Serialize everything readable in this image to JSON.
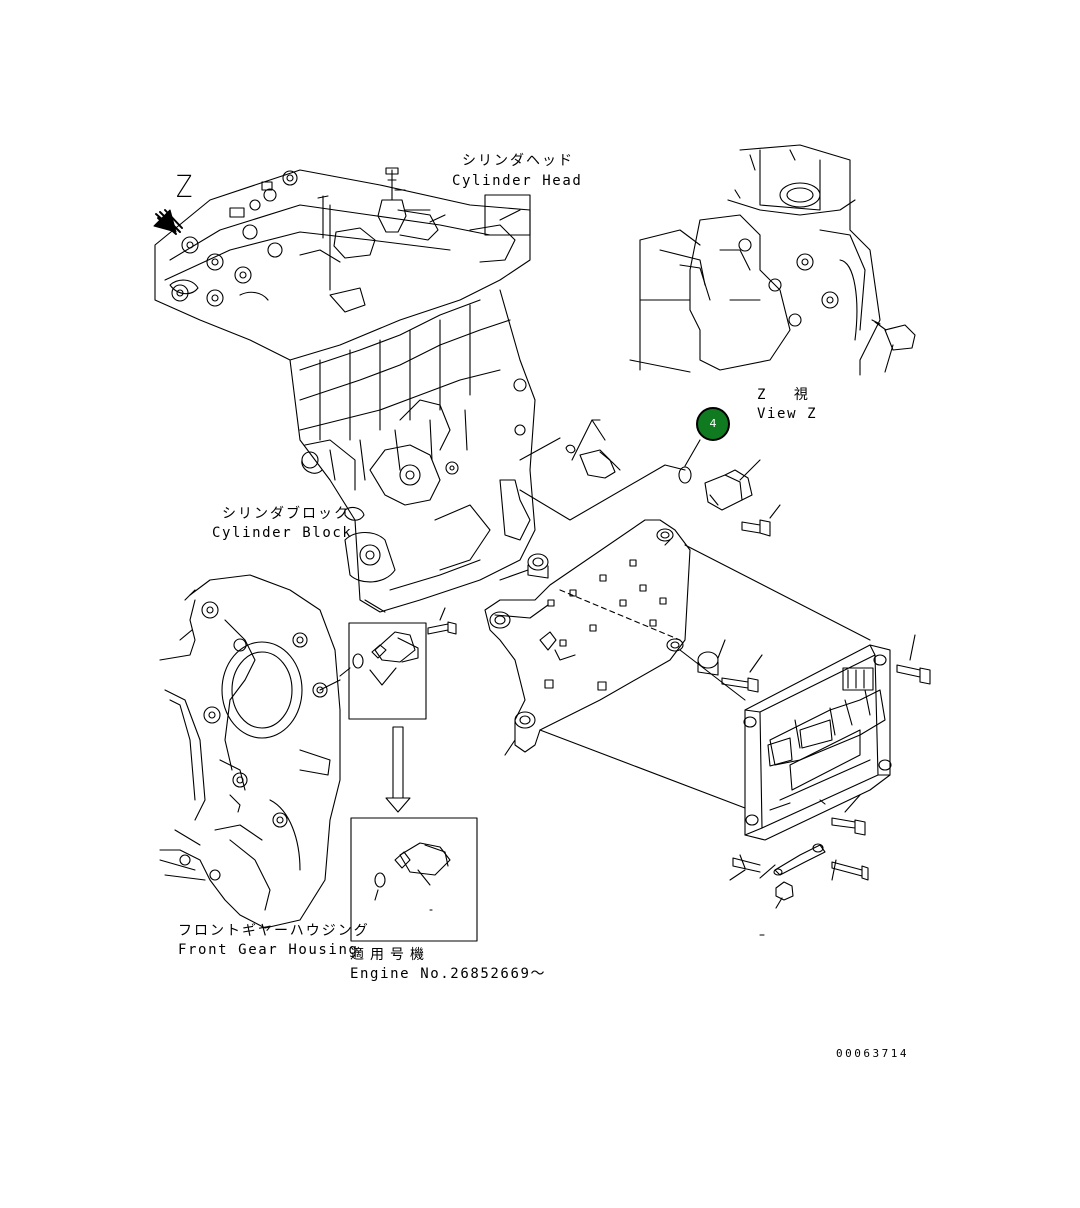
{
  "view_marker": "Z",
  "labels": {
    "cylinder_head_jp": "シリンダヘッド",
    "cylinder_head_en": "Cylinder Head",
    "cylinder_block_jp": "シリンダブロック",
    "cylinder_block_en": "Cylinder Block",
    "view_z_jp": "Z 視",
    "view_z_en": "View Z",
    "front_gear_housing_jp": "フロントギヤーハウジング",
    "front_gear_housing_en": "Front Gear Housing",
    "applicable_jp": "適用号機",
    "engine_no": "Engine No.26852669～"
  },
  "callout": {
    "number": "4",
    "color": "#0f7a1f"
  },
  "drawing_number": "00063714"
}
